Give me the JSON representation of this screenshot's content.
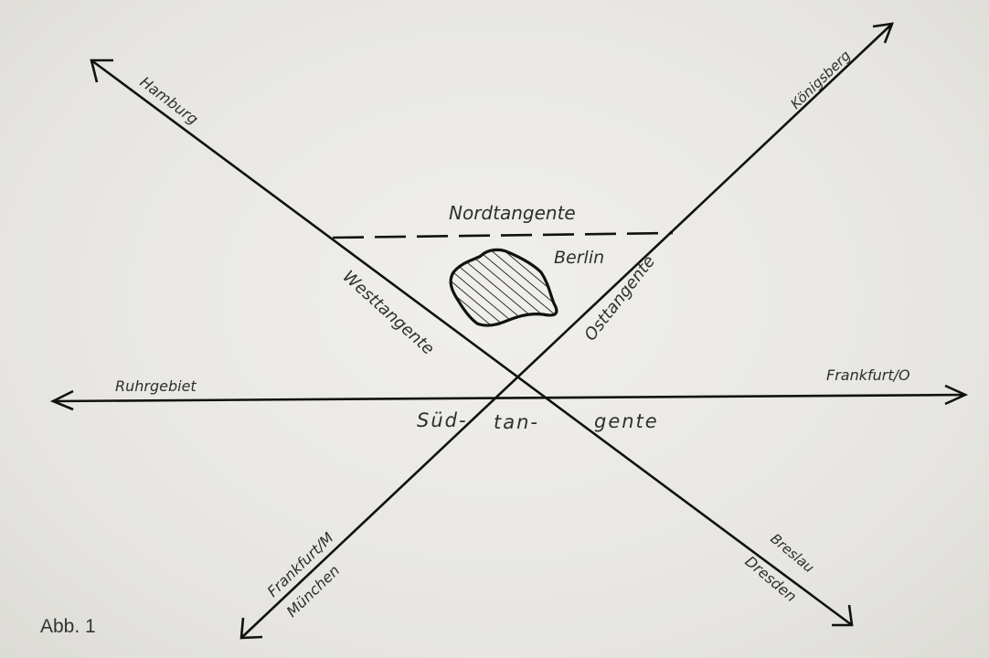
{
  "caption": "Abb. 1",
  "labels": {
    "hamburg": "Hamburg",
    "koenigsberg": "Königsberg",
    "ruhrgebiet": "Ruhrgebiet",
    "frankfurt_oder": "Frankfurt/O",
    "frankfurt_main": "Frankfurt/M",
    "muenchen": "München",
    "breslau": "Breslau",
    "dresden": "Dresden",
    "berlin": "Berlin",
    "nordtangente": "Nordtangente",
    "westtangente": "Westtangente",
    "osttangente": "Osttangente",
    "suedtangente_1": "Süd-",
    "suedtangente_2": "tan-",
    "suedtangente_3": "gente"
  },
  "colors": {
    "ink": "#111111",
    "paper": "#ecebe7"
  }
}
